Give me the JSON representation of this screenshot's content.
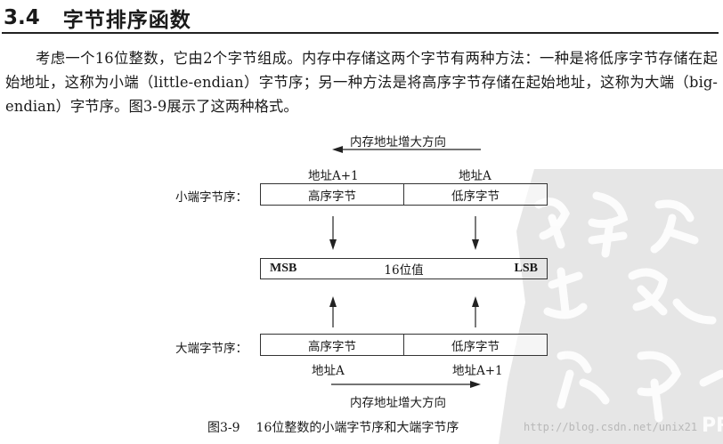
{
  "section": {
    "number": "3.4",
    "title": "字节排序函数"
  },
  "paragraph": "考虑一个16位整数，它由2个字节组成。内存中存储这两个字节有两种方法：一种是将低序字节存储在起始地址，这称为小端（little-endian）字节序；另一种方法是将高序字节存储在起始地址，这称为大端（big-endian）字节序。图3-9展示了这两种格式。",
  "figure": {
    "top_direction": "内存地址增大方向",
    "bottom_direction": "内存地址增大方向",
    "little_endian": {
      "label": "小端字节序：",
      "addr_left": "地址A+1",
      "addr_right": "地址A",
      "cell_left": "高序字节",
      "cell_right": "低序字节"
    },
    "value": {
      "msb": "MSB",
      "center": "16位值",
      "lsb": "LSB"
    },
    "big_endian": {
      "label": "大端字节序：",
      "addr_left": "地址A",
      "addr_right": "地址A+1",
      "cell_left": "高序字节",
      "cell_right": "低序字节"
    },
    "caption_number": "图3-9",
    "caption_text": "16位整数的小端字节序和大端字节序"
  },
  "watermark": "http://blog.csdn.net/unix21",
  "colors": {
    "text": "#1a1a1a",
    "line": "#333333",
    "seal": "#cfcfcf",
    "watermark": "#b8b8b8"
  }
}
